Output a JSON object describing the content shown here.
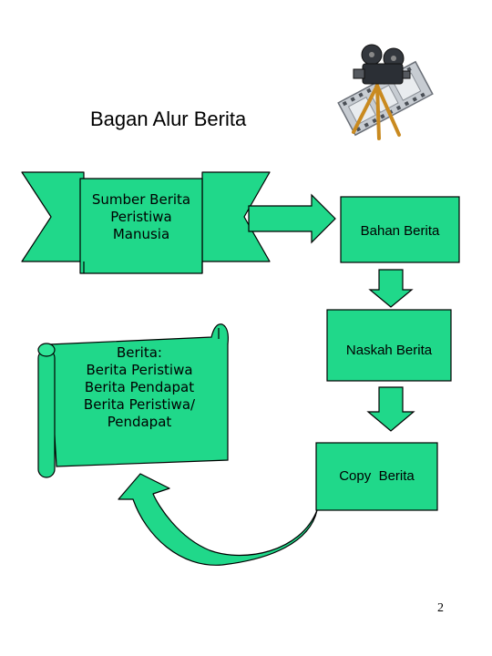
{
  "title": "Bagan Alur Berita",
  "page_number": "2",
  "colors": {
    "fill": "#20d88a",
    "stroke": "#000000"
  },
  "icon": "film-camera-icon",
  "nodes": {
    "source": {
      "lines": [
        "Sumber Berita",
        "Peristiwa",
        "Manusia"
      ]
    },
    "material": {
      "label": "Bahan Berita"
    },
    "script": {
      "label": "Naskah Berita"
    },
    "copy": {
      "label": "Copy  Berita"
    },
    "news": {
      "lines": [
        "Berita:",
        "Berita Peristiwa",
        "Berita Pendapat",
        "Berita Peristiwa/",
        "Pendapat"
      ]
    }
  }
}
